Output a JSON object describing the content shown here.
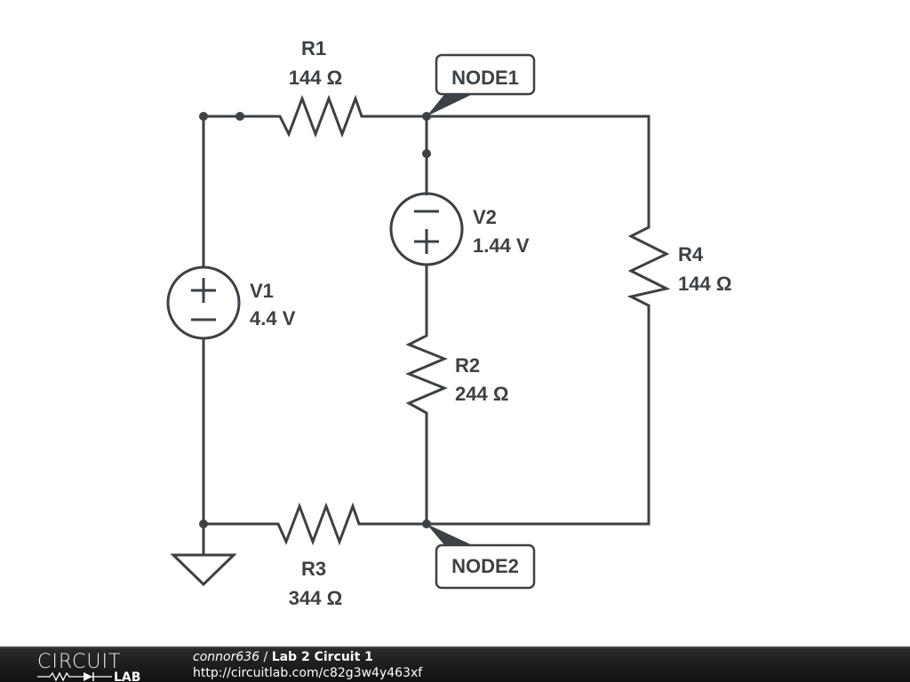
{
  "components": {
    "R1": {
      "name": "R1",
      "value": "144 Ω"
    },
    "R2": {
      "name": "R2",
      "value": "244 Ω"
    },
    "R3": {
      "name": "R3",
      "value": "344 Ω"
    },
    "R4": {
      "name": "R4",
      "value": "144 Ω"
    },
    "V1": {
      "name": "V1",
      "value": "4.4 V"
    },
    "V2": {
      "name": "V2",
      "value": "1.44 V"
    }
  },
  "nodes": {
    "node1": "NODE1",
    "node2": "NODE2"
  },
  "symbols": {
    "plus": "+",
    "minus": "−"
  },
  "footer": {
    "logo_top": "CIRCUIT",
    "logo_bottom": "LAB",
    "user": "connor636",
    "separator": " / ",
    "title": "Lab 2 Circuit 1",
    "url": "http://circuitlab.com/c82g3w4y463xf"
  },
  "colors": {
    "wire": "#3b4145",
    "footer_bg": "#1a1a1a"
  }
}
